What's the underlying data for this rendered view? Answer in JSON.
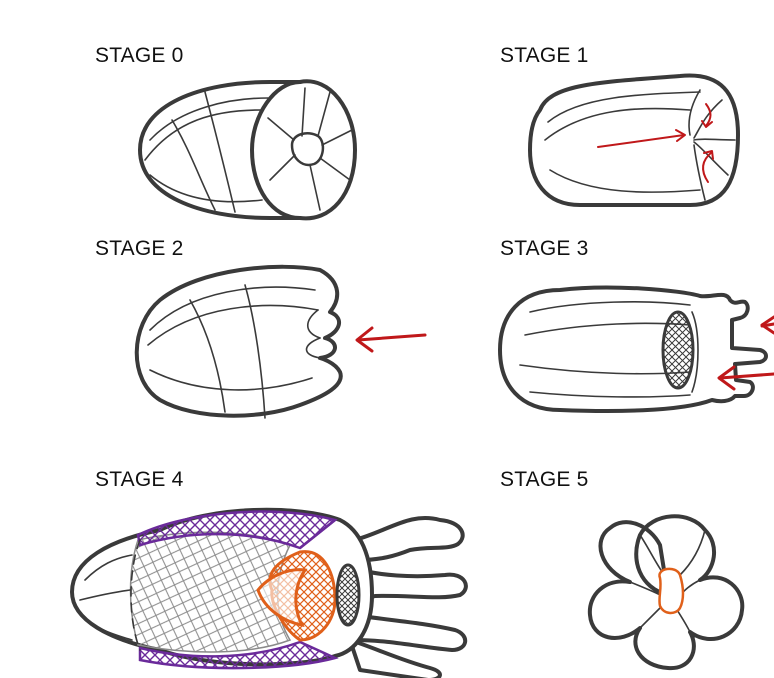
{
  "stages": [
    {
      "label": "STAGE 0"
    },
    {
      "label": "STAGE 1"
    },
    {
      "label": "STAGE 2"
    },
    {
      "label": "STAGE 3"
    },
    {
      "label": "STAGE 4"
    },
    {
      "label": "STAGE 5"
    }
  ],
  "colors": {
    "outline": "#3a3a3a",
    "arrow": "#c0181a",
    "mesh_purple": "#6a2a9a",
    "mesh_orange": "#e0601a",
    "mesh_grey": "#8a8a8a"
  }
}
